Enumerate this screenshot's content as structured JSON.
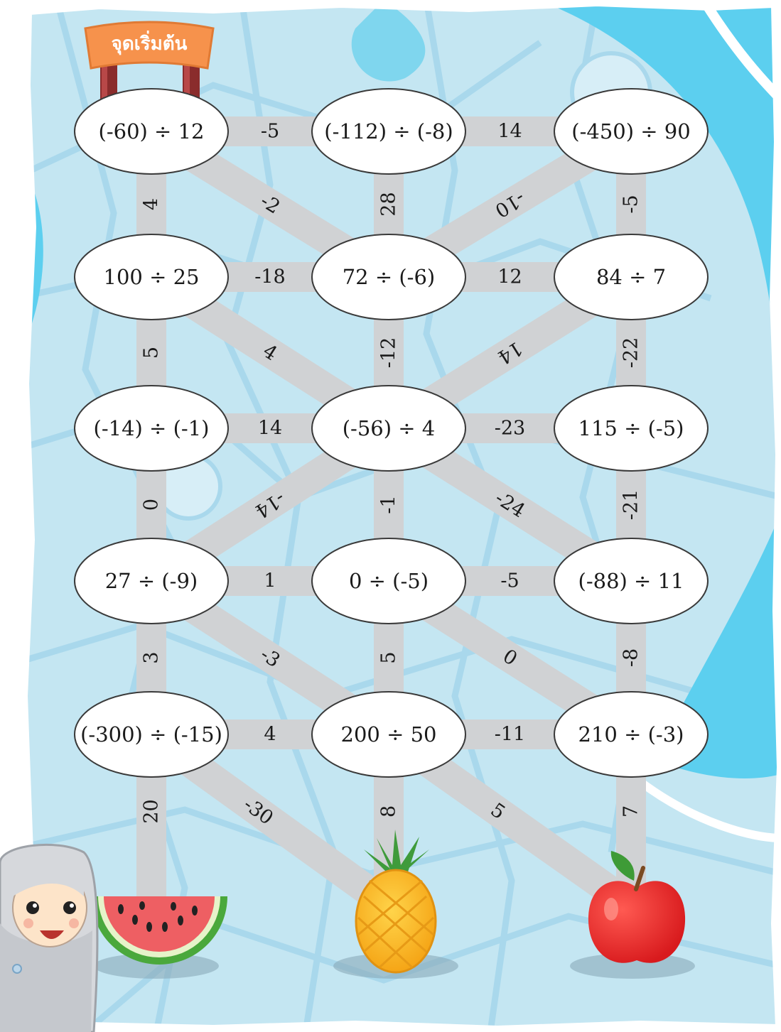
{
  "start_sign": "จุดเริ่มต้น",
  "nodes": [
    {
      "id": "n0",
      "label": "(-60) ÷ 12"
    },
    {
      "id": "n1",
      "label": "(-112) ÷ (-8)"
    },
    {
      "id": "n2",
      "label": "(-450) ÷ 90"
    },
    {
      "id": "n3",
      "label": "100 ÷ 25"
    },
    {
      "id": "n4",
      "label": "72 ÷ (-6)"
    },
    {
      "id": "n5",
      "label": "84 ÷ 7"
    },
    {
      "id": "n6",
      "label": "(-14) ÷ (-1)"
    },
    {
      "id": "n7",
      "label": "(-56) ÷ 4"
    },
    {
      "id": "n8",
      "label": "115 ÷ (-5)"
    },
    {
      "id": "n9",
      "label": "27 ÷ (-9)"
    },
    {
      "id": "n10",
      "label": "0 ÷ (-5)"
    },
    {
      "id": "n11",
      "label": "(-88) ÷ 11"
    },
    {
      "id": "n12",
      "label": "(-300) ÷ (-15)"
    },
    {
      "id": "n13",
      "label": "200 ÷ 50"
    },
    {
      "id": "n14",
      "label": "210 ÷ (-3)"
    }
  ],
  "edges": [
    {
      "from": "n0",
      "to": "n1",
      "label": "-5"
    },
    {
      "from": "n1",
      "to": "n2",
      "label": "14"
    },
    {
      "from": "n0",
      "to": "n3",
      "label": "4"
    },
    {
      "from": "n0",
      "to": "n4",
      "label": "-2"
    },
    {
      "from": "n1",
      "to": "n4",
      "label": "28"
    },
    {
      "from": "n2",
      "to": "n4",
      "label": "-10"
    },
    {
      "from": "n2",
      "to": "n5",
      "label": "-5"
    },
    {
      "from": "n3",
      "to": "n4",
      "label": "-18"
    },
    {
      "from": "n4",
      "to": "n5",
      "label": "12"
    },
    {
      "from": "n3",
      "to": "n6",
      "label": "5"
    },
    {
      "from": "n3",
      "to": "n7",
      "label": "4"
    },
    {
      "from": "n4",
      "to": "n7",
      "label": "-12"
    },
    {
      "from": "n5",
      "to": "n7",
      "label": "14"
    },
    {
      "from": "n5",
      "to": "n8",
      "label": "-22"
    },
    {
      "from": "n6",
      "to": "n7",
      "label": "14"
    },
    {
      "from": "n7",
      "to": "n8",
      "label": "-23"
    },
    {
      "from": "n6",
      "to": "n9",
      "label": "0"
    },
    {
      "from": "n7",
      "to": "n9",
      "label": "-14"
    },
    {
      "from": "n7",
      "to": "n10",
      "label": "-1"
    },
    {
      "from": "n7",
      "to": "n11",
      "label": "-24"
    },
    {
      "from": "n8",
      "to": "n11",
      "label": "-21"
    },
    {
      "from": "n9",
      "to": "n10",
      "label": "1"
    },
    {
      "from": "n10",
      "to": "n11",
      "label": "-5"
    },
    {
      "from": "n9",
      "to": "n12",
      "label": "3"
    },
    {
      "from": "n9",
      "to": "n13",
      "label": "-3"
    },
    {
      "from": "n10",
      "to": "n13",
      "label": "5"
    },
    {
      "from": "n10",
      "to": "n14",
      "label": "0"
    },
    {
      "from": "n11",
      "to": "n14",
      "label": "-8"
    },
    {
      "from": "n12",
      "to": "n13",
      "label": "4"
    },
    {
      "from": "n13",
      "to": "n14",
      "label": "-11"
    },
    {
      "from": "n12",
      "to": "watermelon",
      "label": "20"
    },
    {
      "from": "n12",
      "to": "pineapple",
      "label": "-30"
    },
    {
      "from": "n13",
      "to": "pineapple",
      "label": "8"
    },
    {
      "from": "n13",
      "to": "apple",
      "label": "5"
    },
    {
      "from": "n14",
      "to": "apple",
      "label": "7"
    }
  ],
  "goals": [
    {
      "id": "watermelon",
      "name": "watermelon-icon"
    },
    {
      "id": "pineapple",
      "name": "pineapple-icon"
    },
    {
      "id": "apple",
      "name": "apple-icon"
    }
  ],
  "colors": {
    "map_bg": "#c4e6f2",
    "map_streets": "#a9d8ec",
    "river": "#5ccfef",
    "road": "#d0d2d4",
    "node_fill": "#ffffff",
    "node_stroke": "#3a3a3a",
    "sign": "#f6924c"
  }
}
